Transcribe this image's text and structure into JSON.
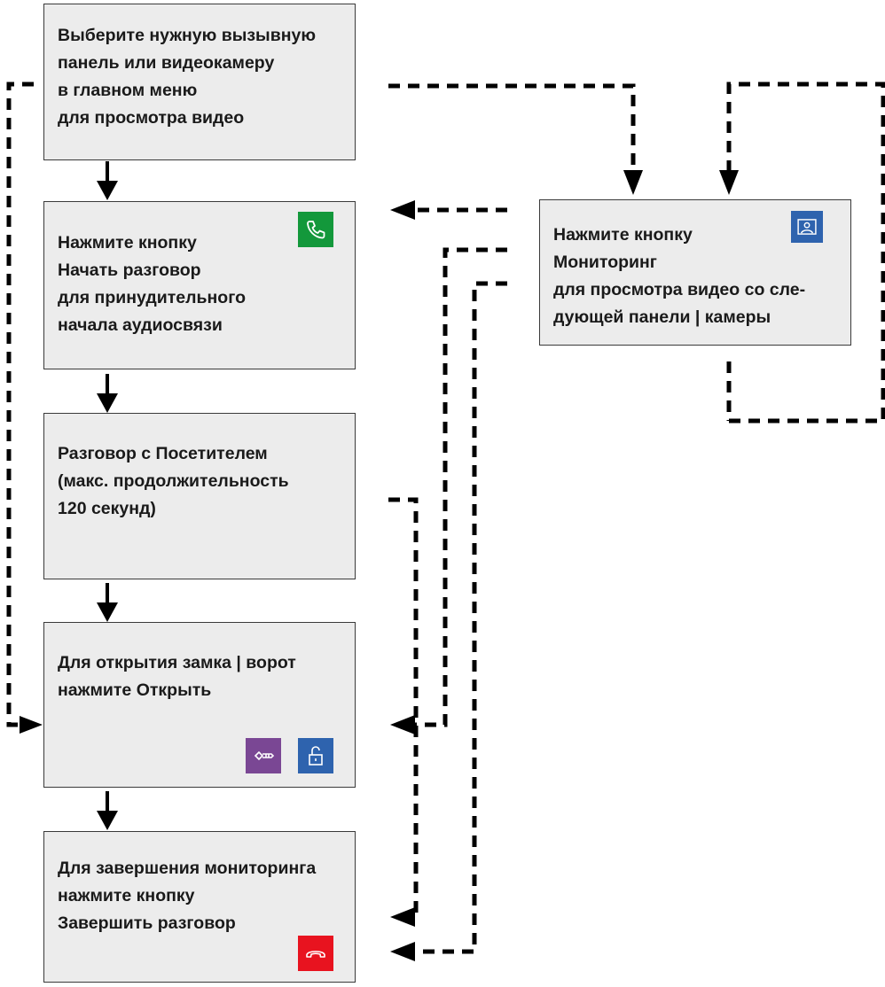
{
  "boxes": {
    "select": {
      "lines": [
        "Выберите нужную вызывную",
        "панель или видеокамеру",
        "в главном меню",
        "для просмотра видео"
      ]
    },
    "start_talk": {
      "line1": "Нажмите кнопку",
      "bold": "Начать разговор",
      "line3": "для принудительного",
      "line4": "начала аудиосвязи",
      "icon": "phone-handset-icon",
      "icon_color": "#13983b"
    },
    "talk": {
      "line1": "Разговор с Посетителем",
      "line2": "(макс. продолжительность",
      "line3": "120 секунд)"
    },
    "open": {
      "line1": "Для открытия замка | ворот",
      "line2_prefix": "нажмите ",
      "line2_bold": "Открыть",
      "icons": [
        {
          "name": "key-icon",
          "color": "#7a4794"
        },
        {
          "name": "unlock-icon",
          "color": "#2e63ae"
        }
      ]
    },
    "end": {
      "line1": "Для завершения мониторинга",
      "line2": "нажмите кнопку",
      "bold": "Завершить разговор",
      "icon": "hang-up-icon",
      "icon_color": "#e8131f"
    },
    "monitor": {
      "line1": "Нажмите кнопку",
      "bold": "Мониторинг",
      "line3": "для просмотра видео со сле-",
      "line4": "дующей панели | камеры",
      "icon": "monitor-camera-icon",
      "icon_color": "#2e63ae"
    }
  },
  "connector_color": "#000000"
}
